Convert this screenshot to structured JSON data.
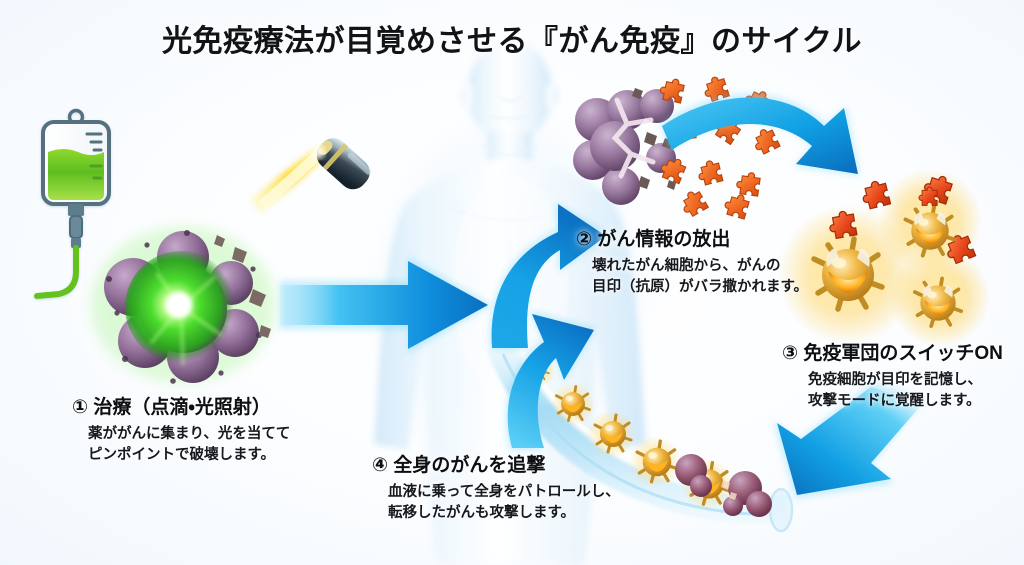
{
  "title": "光免疫療法が目覚めさせる『がん免疫』のサイクル",
  "colors": {
    "arrow_blue_dark": "#0b84d8",
    "arrow_blue_light": "#49c7f5",
    "background": "#f2f8fd",
    "heading_text": "#0d0f12",
    "body_text": "#15181c",
    "tumor_purple": "#8f6f95",
    "tumor_core_green": "#3bd12a",
    "laser_yellow": "#ffd82b",
    "antigen_orange": "#ef6a23",
    "immune_gold": "#f2a81d",
    "iv_fluid_green": "#5fbe1f",
    "vessel_blue": "#bfe3f7"
  },
  "steps": [
    {
      "id": "step-1",
      "heading": "① 治療（点滴・光照射）",
      "lines": [
        "薬ががんに集まり、光を当てて",
        "ピンポイントで破壊します。"
      ],
      "icons": [
        "iv-bag-icon",
        "laser-probe-icon",
        "tumor-cell-cluster-icon"
      ]
    },
    {
      "id": "step-2",
      "heading": "② がん情報の放出",
      "lines": [
        "壊れたがん細胞から、がんの",
        "目印（抗原）がバラ撒かれます。"
      ],
      "icons": [
        "bursting-tumor-icon",
        "antigen-puzzle-icon"
      ]
    },
    {
      "id": "step-3",
      "heading": "③ 免疫軍団のスイッチON",
      "lines": [
        "免疫細胞が目印を記憶し、",
        "攻撃モードに覚醒します。"
      ],
      "icons": [
        "immune-cell-icon",
        "antigen-puzzle-icon"
      ]
    },
    {
      "id": "step-4",
      "heading": "④ 全身のがんを追撃",
      "lines": [
        "血液に乗って全身をパトロールし、",
        "転移したがんも攻撃します。"
      ],
      "icons": [
        "blood-vessel-icon",
        "immune-cell-icon",
        "tumor-cell-cluster-icon"
      ]
    }
  ],
  "diagram": {
    "figure_label": "human-body-silhouette",
    "arrows": [
      {
        "name": "arrow-treatment-to-body",
        "direction": "right"
      },
      {
        "name": "arrow-body-to-release",
        "direction": "up"
      },
      {
        "name": "arrow-release-to-immune",
        "direction": "arc-right-down"
      },
      {
        "name": "arrow-immune-to-bloodstream",
        "direction": "down-left"
      },
      {
        "name": "arrow-bloodstream-to-release",
        "direction": "up"
      }
    ]
  }
}
